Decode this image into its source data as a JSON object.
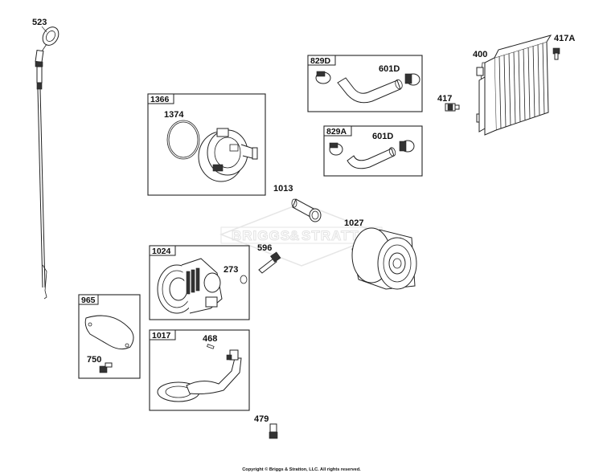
{
  "watermark": {
    "brand_left": "BRIGGS",
    "ampersand": "&",
    "brand_right": "STRATTON"
  },
  "footer": {
    "copyright": "Copyright © Briggs & Stratton, LLC. All rights reserved."
  },
  "parts": {
    "p523": "523",
    "p1366": "1366",
    "p1374": "1374",
    "p829D": "829D",
    "p601D_a": "601D",
    "p829A": "829A",
    "p601D_b": "601D",
    "p400": "400",
    "p417A": "417A",
    "p417": "417",
    "p1013": "1013",
    "p1027": "1027",
    "p1024": "1024",
    "p596": "596",
    "p273": "273",
    "p965": "965",
    "p750": "750",
    "p1017": "1017",
    "p468": "468",
    "p479": "479"
  }
}
